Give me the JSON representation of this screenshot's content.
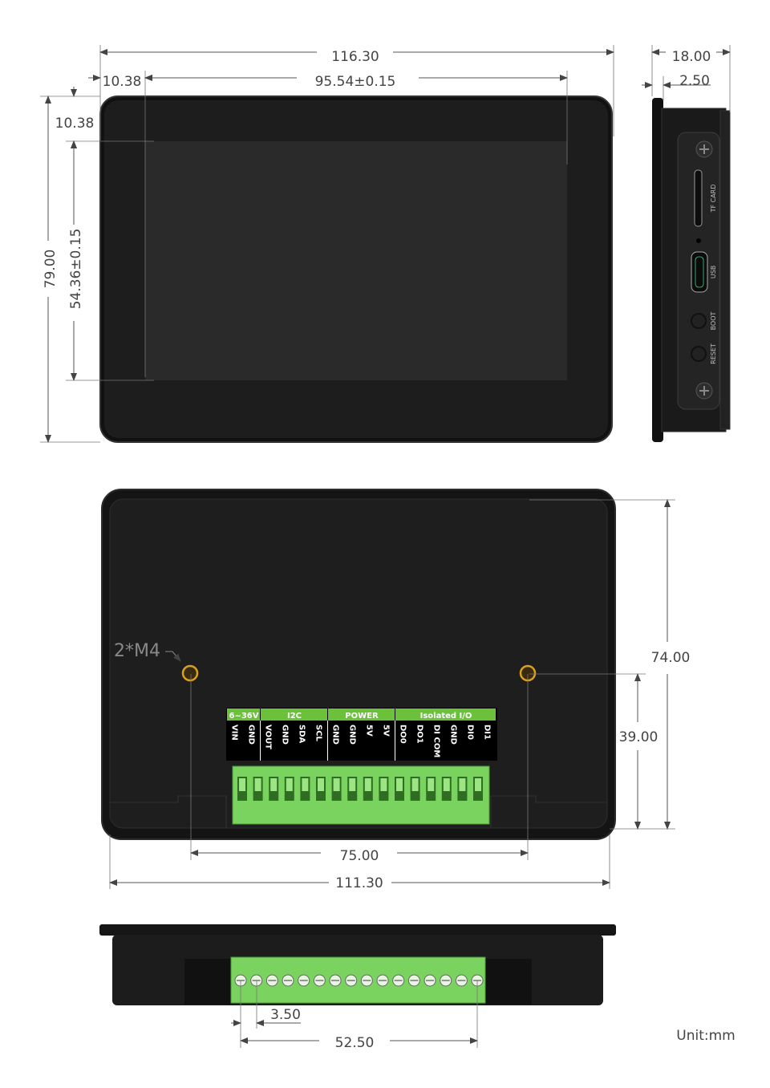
{
  "front_view": {
    "dimensions": {
      "overall_width": "116.30",
      "bezel_left": "10.38",
      "screen_width": "95.54±0.15",
      "bezel_top": "10.38",
      "overall_height": "79.00",
      "screen_height": "54.36±0.15"
    }
  },
  "side_view": {
    "dimensions": {
      "depth": "18.00",
      "bezel_depth": "2.50"
    },
    "labels": {
      "tf_card": "TF CARD",
      "usb": "USB",
      "boot": "BOOT",
      "reset": "RESET"
    }
  },
  "back_view": {
    "mount_label": "2*M4",
    "dimensions": {
      "height": "74.00",
      "hole_to_bottom": "39.00",
      "hole_spacing": "75.00",
      "width": "111.30"
    },
    "terminal_groups": [
      {
        "label": "6~36V",
        "pins": [
          "VIN",
          "GND"
        ]
      },
      {
        "label": "I2C",
        "pins": [
          "VOUT",
          "GND",
          "SDA",
          "SCL"
        ]
      },
      {
        "label": "POWER",
        "pins": [
          "GND",
          "GND",
          "5V",
          "5V"
        ]
      },
      {
        "label": "Isolated I/O",
        "pins": [
          "DO0",
          "DO1",
          "DI COM",
          "GND",
          "DI0",
          "DI1"
        ]
      }
    ],
    "accent_color": "#6cc13a"
  },
  "bottom_view": {
    "dimensions": {
      "pin_pitch": "3.50",
      "terminal_span": "52.50"
    }
  },
  "unit": "Unit:mm"
}
